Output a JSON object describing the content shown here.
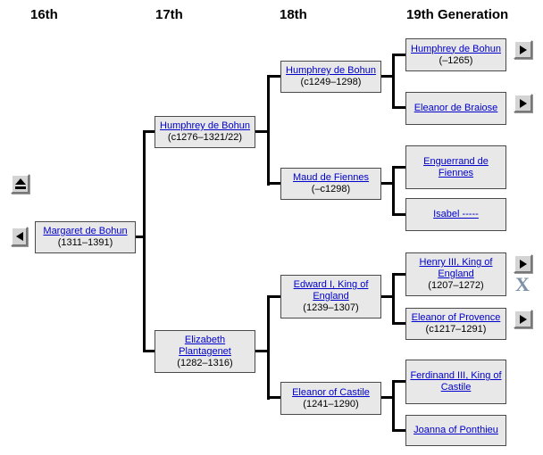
{
  "header": {
    "gen16": "16th",
    "gen17": "17th",
    "gen18": "18th",
    "gen19": "19th Generation"
  },
  "people": {
    "margaret": {
      "name": "Margaret de Bohun",
      "dates": "(1311–1391)"
    },
    "humphrey17": {
      "name": "Humphrey de Bohun",
      "dates": "(c1276–1321/22)"
    },
    "elizabeth": {
      "name": "Elizabeth Plantagenet",
      "dates": "(1282–1316)"
    },
    "humphrey18": {
      "name": "Humphrey de Bohun",
      "dates": "(c1249–1298)"
    },
    "maud": {
      "name": "Maud de Fiennes",
      "dates": "(–c1298)"
    },
    "edward": {
      "name": "Edward I, King of England",
      "dates": "(1239–1307)"
    },
    "eleanor_castile": {
      "name": "Eleanor of Castile",
      "dates": "(1241–1290)"
    },
    "humphrey19": {
      "name": "Humphrey de Bohun",
      "dates": "(–1265)"
    },
    "eleanor_braiose": {
      "name": "Eleanor de Braiose",
      "dates": ""
    },
    "enguerrand": {
      "name": "Enguerrand de Fiennes",
      "dates": ""
    },
    "isabel": {
      "name": "Isabel -----",
      "dates": ""
    },
    "henry": {
      "name": "Henry III, King of England",
      "dates": "(1207–1272)"
    },
    "eleanor_provence": {
      "name": "Eleanor of Provence",
      "dates": "(c1217–1291)"
    },
    "ferdinand": {
      "name": "Ferdinand III, King of Castile",
      "dates": ""
    },
    "joanna": {
      "name": "Joanna of Ponthieu",
      "dates": ""
    }
  },
  "buttons": {
    "eject_icon": "eject-icon",
    "back_icon": "left-arrow-icon",
    "expand_icon": "right-arrow-icon",
    "x_label": "X"
  },
  "colors": {
    "link_blue": "#0000cc",
    "box_fill": "#e8e8e8",
    "line_black": "#000000",
    "x_steel_blue": "#7b90a5"
  }
}
